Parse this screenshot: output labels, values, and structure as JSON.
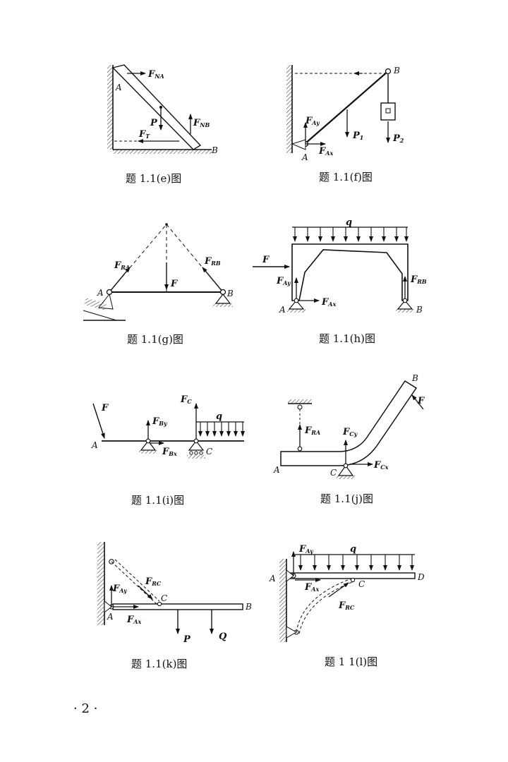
{
  "figures": {
    "e": {
      "caption": "题 1.1(e)图",
      "labels": {
        "A": "A",
        "B": "B",
        "FNA": "F",
        "FNA_sub": "NA",
        "FNB": "F",
        "FNB_sub": "NB",
        "P": "P",
        "FT": "F",
        "FT_sub": "T"
      }
    },
    "f": {
      "caption": "题 1.1(f)图",
      "labels": {
        "A": "A",
        "B": "B",
        "FAy": "F",
        "FAy_sub": "Ay",
        "FAx": "F",
        "FAx_sub": "Ax",
        "P1": "P",
        "P1_sub": "1",
        "P2": "P",
        "P2_sub": "2"
      }
    },
    "g": {
      "caption": "题 1.1(g)图",
      "labels": {
        "A": "A",
        "B": "B",
        "F": "F",
        "FRA": "F",
        "FRA_sub": "RA",
        "FRB": "F",
        "FRB_sub": "RB"
      }
    },
    "h": {
      "caption": "题 1.1(h)图",
      "labels": {
        "A": "A",
        "B": "B",
        "q": "q",
        "F": "F",
        "FAy": "F",
        "FAy_sub": "Ay",
        "FAx": "F",
        "FAx_sub": "Ax",
        "FRB": "F",
        "FRB_sub": "RB"
      }
    },
    "i": {
      "caption": "题 1.1(i)图",
      "labels": {
        "A": "A",
        "C": "C",
        "F": "F",
        "q": "q",
        "FC": "F",
        "FC_sub": "C",
        "FBy": "F",
        "FBy_sub": "By",
        "FBx": "F",
        "FBx_sub": "Bx"
      }
    },
    "j": {
      "caption": "题 1.1(j)图",
      "labels": {
        "A": "A",
        "B": "B",
        "C": "C",
        "F": "F",
        "FRA": "F",
        "FRA_sub": "RA",
        "FCy": "F",
        "FCy_sub": "Cy",
        "FCx": "F",
        "FCx_sub": "Cx"
      }
    },
    "k": {
      "caption": "题 1.1(k)图",
      "labels": {
        "A": "A",
        "B": "B",
        "C": "C",
        "P": "P",
        "Q": "Q",
        "FAy": "F",
        "FAy_sub": "Ay",
        "FAx": "F",
        "FAx_sub": "Ax",
        "FRC": "F",
        "FRC_sub": "RC"
      }
    },
    "l": {
      "caption": "题 1 1(l)图",
      "labels": {
        "A": "A",
        "C": "C",
        "D": "D",
        "q": "q",
        "FAy": "F",
        "FAy_sub": "Ay",
        "FAx": "F",
        "FAx_sub": "Ax",
        "FRC": "F",
        "FRC_sub": "RC"
      }
    }
  },
  "page_number": "· 2 ·"
}
